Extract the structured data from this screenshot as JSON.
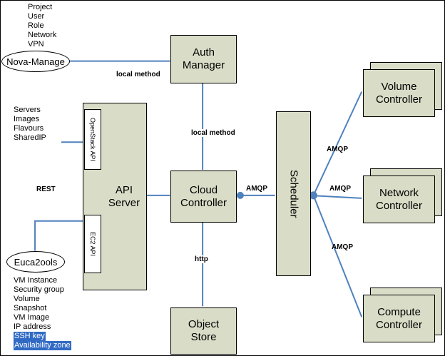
{
  "colors": {
    "box_fill": "#d9ddc7",
    "box_border": "#000000",
    "line": "#4f81bd",
    "selection_bg": "#316ac5",
    "selection_text": "#ffffff"
  },
  "lists": {
    "manage_cli": [
      "Project",
      "User",
      "Role",
      "Network",
      "VPN"
    ],
    "openstack_api_objects": [
      "Servers",
      "Images",
      "Flavours",
      "SharedIP"
    ],
    "ec2_objects": [
      "VM Instance",
      "Security group",
      "Volume",
      "Snapshot",
      "VM Image",
      "IP address",
      "SSH key",
      "Availability zone"
    ]
  },
  "nodes": {
    "nova_manage": {
      "label": "Nova-Manage"
    },
    "euca2ools": {
      "label": "Euca2ools"
    },
    "auth_manager": {
      "label": "Auth Manager"
    },
    "api_server": {
      "label": "API Server"
    },
    "openstack_api": {
      "label": "OpenStack API"
    },
    "ec2_api": {
      "label": "EC2 API"
    },
    "cloud_controller": {
      "label": "Cloud Controller"
    },
    "object_store": {
      "label": "Object Store"
    },
    "scheduler": {
      "label": "Scheduler"
    },
    "volume_controller": {
      "label": "Volume Controller"
    },
    "network_controller": {
      "label": "Network Controller"
    },
    "compute_controller": {
      "label": "Compute Controller"
    }
  },
  "edge_labels": {
    "local_method_auth": "local method",
    "local_method_cloud": "local method",
    "rest": "REST",
    "http": "http",
    "amqp_scheduler": "AMQP",
    "amqp_volume": "AMQP",
    "amqp_network": "AMQP",
    "amqp_compute": "AMQP"
  }
}
